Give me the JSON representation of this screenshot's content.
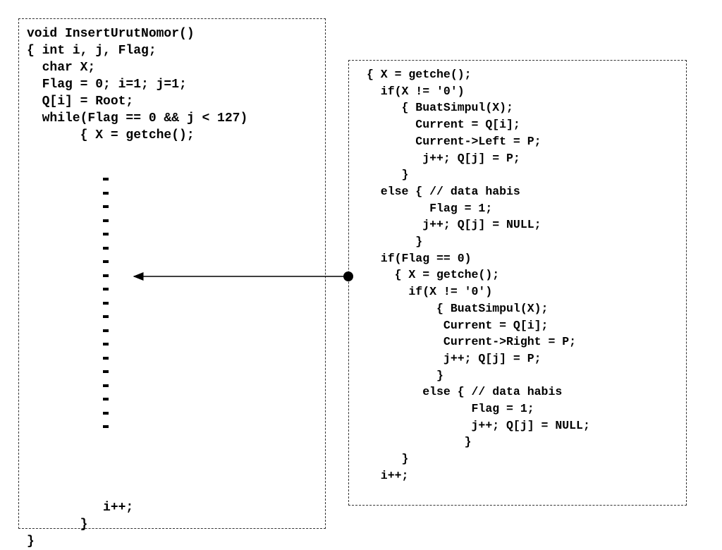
{
  "left_box": {
    "lines": [
      "void InsertUrutNomor()",
      "{ int i, j, Flag;",
      "  char X;",
      "  Flag = 0; i=1; j=1;",
      "  Q[i] = Root;",
      "  while(Flag == 0 && j < 127)",
      "       { X = getche();",
      "",
      "",
      "",
      "",
      "",
      "",
      "",
      "",
      "",
      "",
      "",
      "",
      "",
      "",
      "",
      "",
      "",
      "",
      "",
      "",
      "",
      "          i++;",
      "       }",
      "}"
    ]
  },
  "right_box": {
    "lines": [
      "{ X = getche();",
      "  if(X != '0')",
      "     { BuatSimpul(X);",
      "       Current = Q[i];",
      "       Current->Left = P;",
      "        j++; Q[j] = P;",
      "     }",
      "  else { // data habis",
      "         Flag = 1;",
      "        j++; Q[j] = NULL;",
      "       }",
      "  if(Flag == 0)",
      "    { X = getche();",
      "      if(X != '0')",
      "          { BuatSimpul(X);",
      "           Current = Q[i];",
      "           Current->Right = P;",
      "           j++; Q[j] = P;",
      "          }",
      "        else { // data habis",
      "               Flag = 1;",
      "               j++; Q[j] = NULL;",
      "              }",
      "     }",
      "  i++;"
    ]
  },
  "placeholder_dash_count": 19,
  "colors": {
    "border": "#333333",
    "text": "#000000",
    "arrow": "#000000"
  }
}
